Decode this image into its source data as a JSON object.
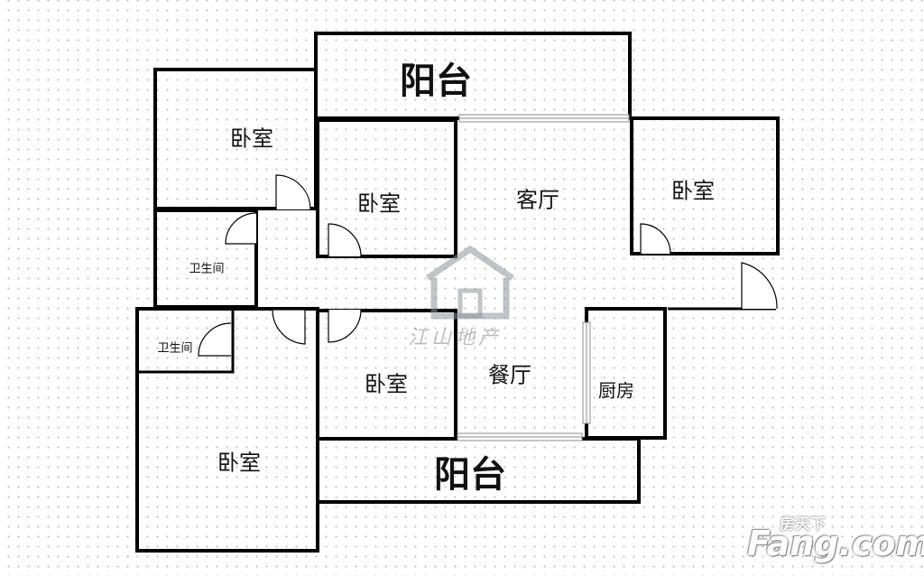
{
  "rooms": {
    "balcony_top": "阳台",
    "bedroom_top_left": "卧室",
    "bedroom_center_upper": "卧室",
    "living_room": "客厅",
    "bedroom_right": "卧室",
    "bathroom_upper": "卫生间",
    "bathroom_lower": "卫生间",
    "bedroom_center_lower": "卧室",
    "dining_room": "餐厅",
    "kitchen": "厨房",
    "bedroom_bottom_left": "卧室",
    "balcony_bottom": "阳台"
  },
  "watermark": {
    "text": "江山地产"
  },
  "brand": {
    "top": "房天下",
    "main": "Fang.com"
  },
  "colors": {
    "wall": "#000000",
    "window": "#9a9a9a",
    "watermark": "#8a8f99"
  }
}
